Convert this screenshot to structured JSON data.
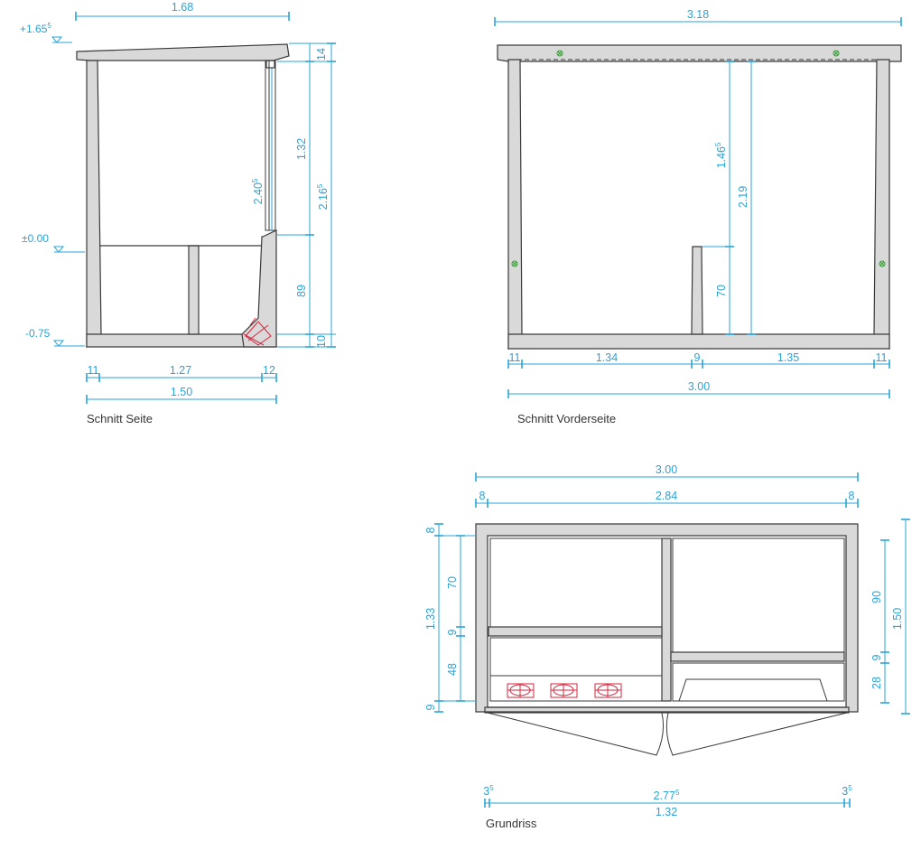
{
  "captions": {
    "side": "Schnitt Seite",
    "front": "Schnitt Vorderseite",
    "plan": "Grundriss"
  },
  "side_section": {
    "top_width": "1.68",
    "level_top": "+1.65",
    "level_top_sup": "5",
    "level_zero": "±0.00",
    "level_bottom": "-0.75",
    "right_d1": "14",
    "right_d2": "1.32",
    "right_d3": "89",
    "right_d4": "10",
    "right_total": "2.16",
    "right_total_sup": "5",
    "inner_height": "2.40",
    "inner_height_sup": "5",
    "bottom_d1": "11",
    "bottom_d2": "1.27",
    "bottom_d3": "12",
    "bottom_total": "1.50"
  },
  "front_section": {
    "top_width": "3.18",
    "inner_d1": "1.46",
    "inner_d1_sup": "5",
    "inner_d2": "2.19",
    "inner_d3": "70",
    "bottom_d1": "11",
    "bottom_d2": "1.34",
    "bottom_d3": "9",
    "bottom_d4": "1.35",
    "bottom_d5": "11",
    "bottom_total": "3.00"
  },
  "plan": {
    "top_total": "3.00",
    "top_d1": "8",
    "top_d2": "2.84",
    "top_d3": "8",
    "left_d1": "8",
    "left_total": "1.33",
    "left_d2": "70",
    "left_d3": "9",
    "left_d4": "48",
    "left_d5": "9",
    "right_d1": "90",
    "right_d2": "9",
    "right_d3": "28",
    "right_total": "1.50",
    "bottom_d1": "3",
    "bottom_d1_sup": "5",
    "bottom_d2": "2.77",
    "bottom_d2_sup": "5",
    "bottom_d3": "3",
    "bottom_d3_sup": "5",
    "bottom_d4": "1.32"
  }
}
